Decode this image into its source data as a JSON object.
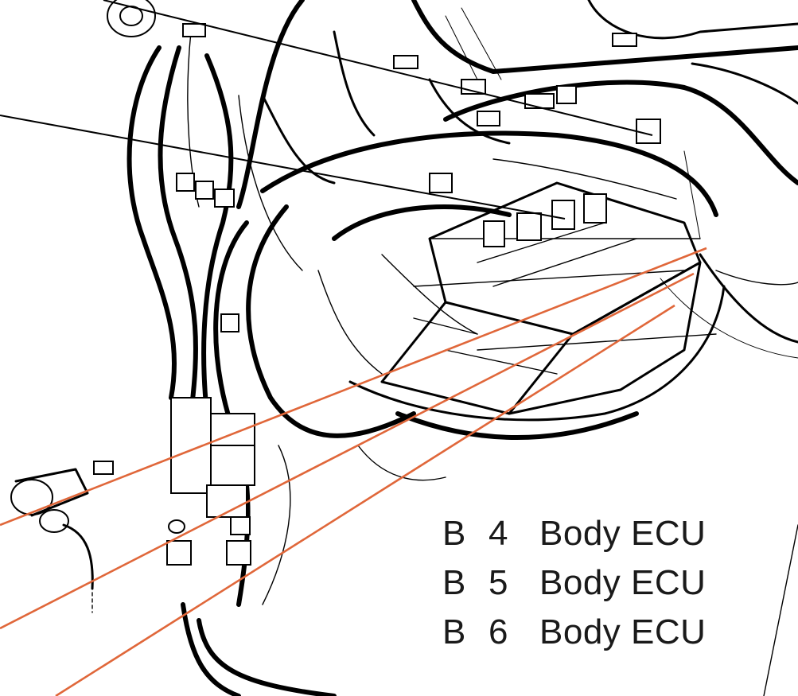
{
  "legend": {
    "rows": [
      {
        "code": "B",
        "number": "4",
        "label": "Body ECU"
      },
      {
        "code": "B",
        "number": "5",
        "label": "Body ECU"
      },
      {
        "code": "B",
        "number": "6",
        "label": "Body ECU"
      }
    ]
  },
  "colors": {
    "callout_leader": "#e0673a",
    "harness_line": "#000000",
    "legend_text": "#1a1a1a",
    "background": "#ffffff"
  }
}
